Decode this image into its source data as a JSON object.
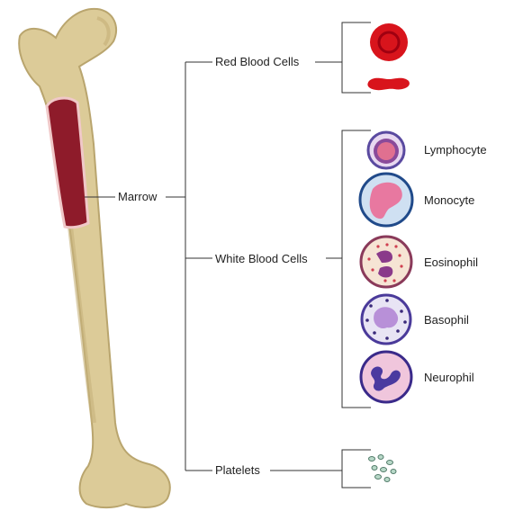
{
  "labels": {
    "marrow": "Marrow",
    "red_blood_cells": "Red Blood Cells",
    "white_blood_cells": "White Blood Cells",
    "platelets": "Platelets",
    "lymphocyte": "Lymphocyte",
    "monocyte": "Monocyte",
    "eosinophil": "Eosinophil",
    "basophil": "Basophil",
    "neurophil": "Neurophil"
  },
  "colors": {
    "bone": "#dccb98",
    "bone_shadow": "#b9a56e",
    "marrow": "#8e1b2a",
    "red_cell": "#d8141c",
    "lines": "#333333"
  }
}
